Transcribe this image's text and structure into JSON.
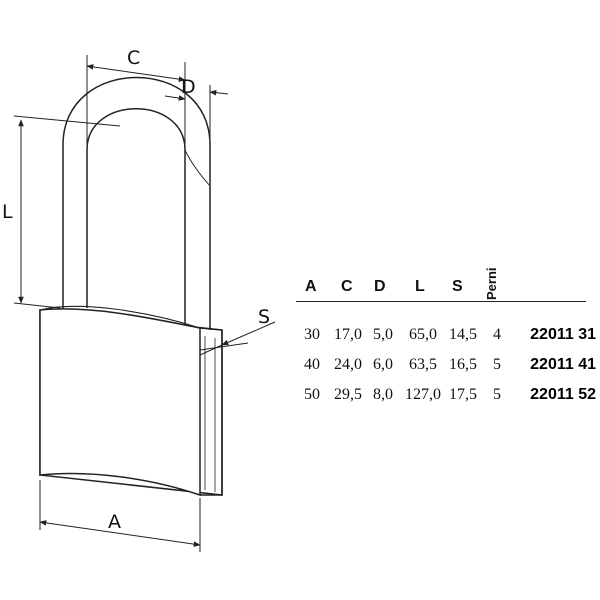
{
  "dimension_labels": {
    "C": "C",
    "D": "D",
    "L": "L",
    "S": "S",
    "A": "A"
  },
  "table": {
    "headers": [
      "A",
      "C",
      "D",
      "L",
      "S",
      "Perni"
    ],
    "rows": [
      {
        "A": "30",
        "C": "17,0",
        "D": "5,0",
        "L": "65,0",
        "S": "14,5",
        "perni": "4",
        "code": "22011 31"
      },
      {
        "A": "40",
        "C": "24,0",
        "D": "6,0",
        "L": "63,5",
        "S": "16,5",
        "perni": "5",
        "code": "22011 41"
      },
      {
        "A": "50",
        "C": "29,5",
        "D": "8,0",
        "L": "127,0",
        "S": "17,5",
        "perni": "5",
        "code": "22011 52"
      }
    ]
  },
  "colors": {
    "line": "#222222",
    "background": "#ffffff"
  }
}
